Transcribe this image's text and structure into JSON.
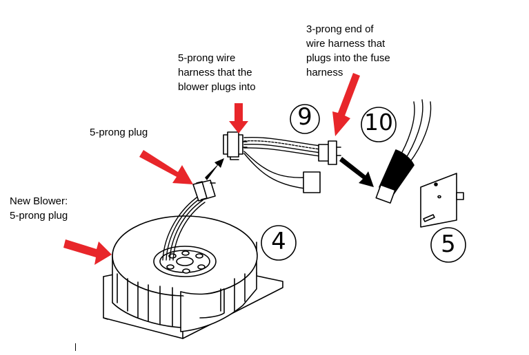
{
  "labels": {
    "new_blower": "New Blower:\n5-prong plug",
    "five_prong_plug": "5-prong plug",
    "five_prong_harness": "5-prong wire\nharness that the\nblower plugs into",
    "three_prong_end": "3-prong end of\nwire harness that\nplugs into the fuse\nharness"
  },
  "callouts": {
    "step_9": "9",
    "step_10": "10",
    "step_4": "4",
    "step_5": "5"
  },
  "colors": {
    "arrow_red": "#e8262a",
    "arrow_black": "#000000",
    "line": "#000000",
    "background": "#ffffff"
  }
}
